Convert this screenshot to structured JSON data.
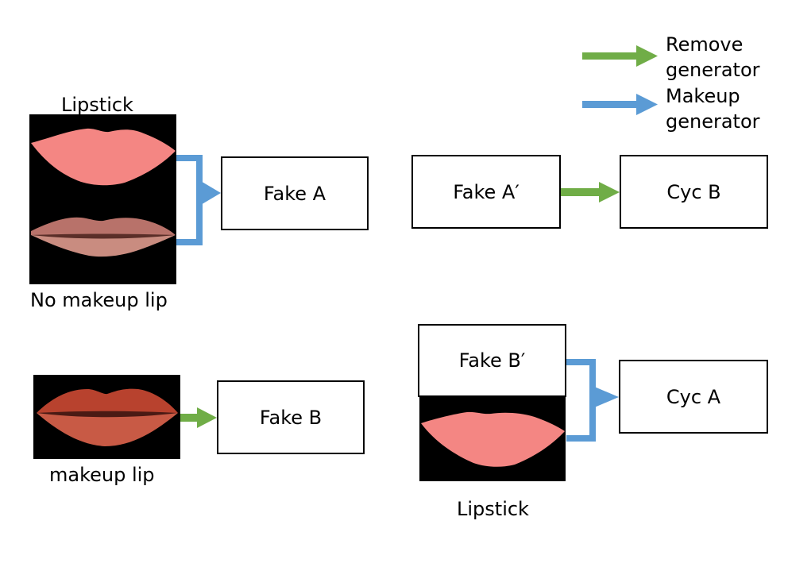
{
  "legend": {
    "remove": {
      "label_line1": "Remove",
      "label_line2": "generator",
      "color": "#70AD47"
    },
    "makeup": {
      "label_line1": "Makeup",
      "label_line2": "generator",
      "color": "#5B9BD5"
    }
  },
  "images": {
    "top_lipstick_label": "Lipstick",
    "no_makeup_label": "No makeup lip",
    "makeup_label": "makeup lip",
    "bottom_lipstick_label": "Lipstick",
    "lipstick_color": "#F48683",
    "background_color": "#000000"
  },
  "boxes": {
    "fake_a": "Fake A",
    "fake_a_prime": "Fake A′",
    "cyc_b": "Cyc B",
    "fake_b": "Fake B",
    "fake_b_prime": "Fake B′",
    "cyc_a": "Cyc A"
  }
}
